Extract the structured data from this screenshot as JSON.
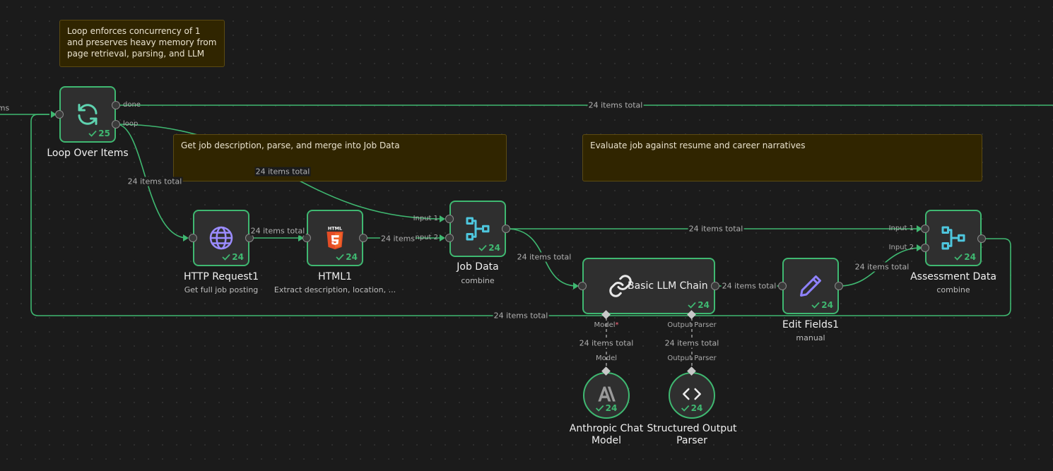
{
  "stickies": {
    "loop_note": "Loop enforces concurrency of 1 and preserves heavy memory from page retrieval, parsing, and LLM",
    "job_note": "Get job description, parse, and merge into Job Data",
    "eval_note": "Evaluate job against resume and career narratives"
  },
  "nodes": {
    "loop": {
      "title": "Loop Over Items",
      "count": "25",
      "icon": "refresh-icon"
    },
    "http": {
      "title": "HTTP Request1",
      "subtitle": "Get full job posting",
      "count": "24",
      "icon": "globe-icon"
    },
    "html": {
      "title": "HTML1",
      "subtitle": "Extract description, location, ...",
      "count": "24",
      "icon": "html5-icon"
    },
    "jobdata": {
      "title": "Job Data",
      "subtitle": "combine",
      "count": "24",
      "icon": "merge-icon"
    },
    "llm": {
      "title": "Basic LLM Chain",
      "count": "24",
      "icon": "link-icon"
    },
    "edit": {
      "title": "Edit Fields1",
      "subtitle": "manual",
      "count": "24",
      "icon": "pen-icon"
    },
    "assessment": {
      "title": "Assessment Data",
      "subtitle": "combine",
      "count": "24",
      "icon": "merge-icon"
    },
    "anthropic": {
      "title_line1": "Anthropic Chat",
      "title_line2": "Model",
      "count": "24",
      "icon": "anthropic-icon"
    },
    "parser": {
      "title_line1": "Structured Output",
      "title_line2": "Parser",
      "count": "24",
      "icon": "code-brackets-icon"
    }
  },
  "ports": {
    "done": "done",
    "loop": "loop",
    "input1": "Input 1",
    "input2": "Input 2",
    "model_top": "Model",
    "model_required": "*",
    "parser_top": "Output Parser",
    "model_bottom": "Model",
    "parser_bottom": "Output Parser"
  },
  "edges": {
    "incoming_cut": "ms",
    "done_total": "24 items total",
    "loop_to_http": "24 items total",
    "loop_to_jobdata": "24 items total",
    "http_to_html": "24 items total",
    "html_to_jobdata": "24 items",
    "jobdata_to_assessment": "24 items total",
    "jobdata_to_llm": "24 items total",
    "llm_to_edit": "24 items total",
    "edit_to_assessment": "24 items total",
    "back_to_loop": "24 items total",
    "model_link": "24 items total",
    "parser_link": "24 items total"
  },
  "colors": {
    "edge": "#3fb871",
    "node_border": "#3fb871",
    "node_bg": "#2f2f2f",
    "sticky_bg": "#302500",
    "canvas": "#1b1b1b"
  }
}
